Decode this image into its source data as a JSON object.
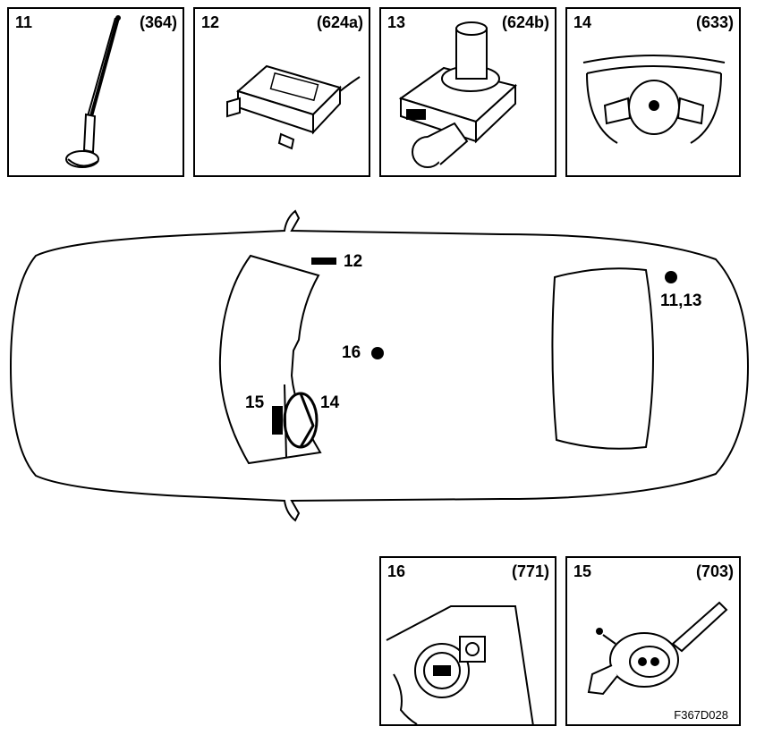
{
  "panels": [
    {
      "num": "11",
      "code": "(364)",
      "icon": "antenna-icon"
    },
    {
      "num": "12",
      "code": "(624a)",
      "icon": "control-module-icon"
    },
    {
      "num": "13",
      "code": "(624b)",
      "icon": "receiver-unit-icon"
    },
    {
      "num": "14",
      "code": "(633)",
      "icon": "steering-wheel-icon"
    },
    {
      "num": "16",
      "code": "(771)",
      "icon": "ignition-lock-icon"
    },
    {
      "num": "15",
      "code": "(703)",
      "icon": "ignition-key-icon"
    }
  ],
  "car_labels": {
    "l12": "12",
    "l1113": "11,13",
    "l16": "16",
    "l15": "15",
    "l14": "14"
  },
  "figure_code": "F367D028"
}
